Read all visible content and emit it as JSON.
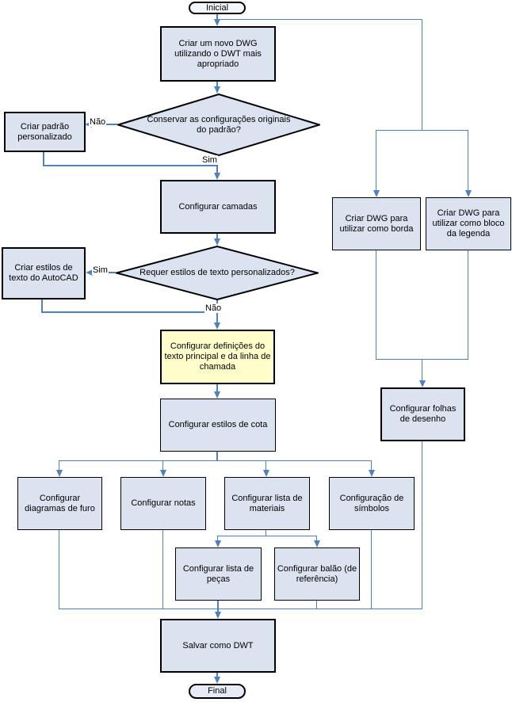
{
  "nodes": {
    "inicial": "Inicial",
    "novo_dwg": "Criar um novo DWG utilizando o DWT mais apropriado",
    "decisao_padrao": "Conservar as configurações originais do padrão?",
    "padrao_personalizado": "Criar padrão personalizado",
    "camadas": "Configurar camadas",
    "decisao_texto": "Requer estilos de texto personalizados?",
    "estilos_autocad": "Criar estilos de texto do AutoCAD",
    "definicoes_texto": "Configurar definições do texto principal e da linha de chamada",
    "estilos_cota": "Configurar estilos de cota",
    "diagramas_furo": "Configurar diagramas de furo",
    "notas": "Configurar notas",
    "lista_materiais": "Configurar lista de materiais",
    "simbolos": "Configuração de símbolos",
    "lista_pecas": "Configurar lista de peças",
    "balao": "Configurar balão (de referência)",
    "salvar_dwt": "Salvar como DWT",
    "final": "Final",
    "dwg_borda": "Criar DWG para utilizar como borda",
    "dwg_legenda": "Criar DWG para utilizar como bloco da legenda",
    "folhas_desenho": "Configurar folhas de desenho"
  },
  "labels": {
    "decisao_padrao_nao": "Não",
    "decisao_padrao_sim": "Sim",
    "decisao_texto_sim": "Sim",
    "decisao_texto_nao": "Não"
  },
  "colors": {
    "node_fill": "#dce3f0",
    "highlight_fill": "#ffffcc",
    "terminator_start_fill": "#f4f7fc",
    "terminator_end_fill": "#e6ebf5",
    "connector": "#4f81bd",
    "node_border": "#000000"
  }
}
